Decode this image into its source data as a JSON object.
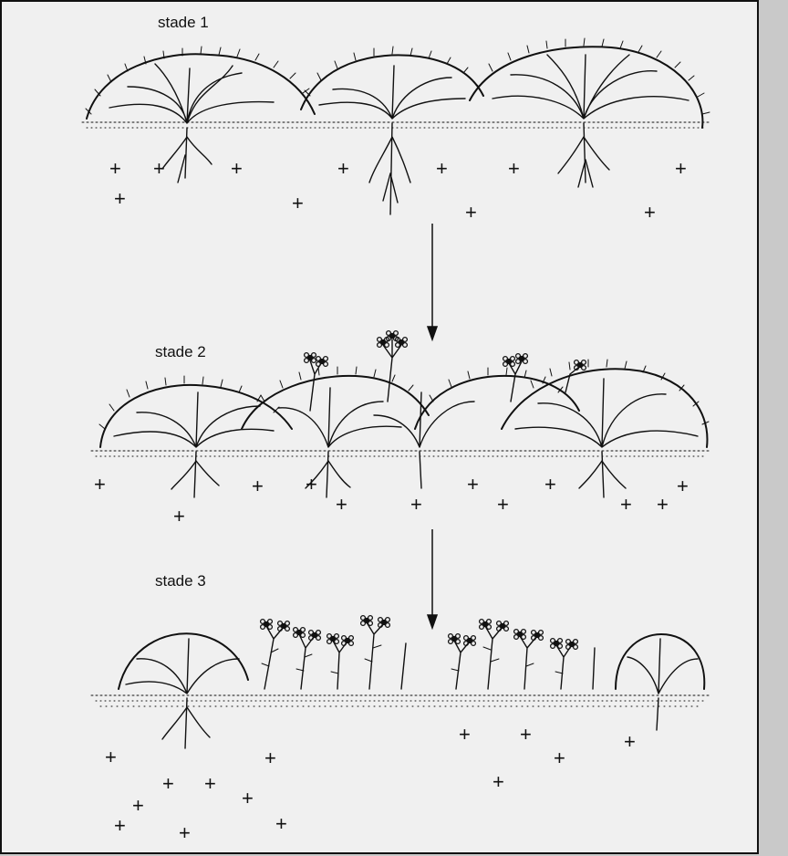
{
  "stages": {
    "stage1": "stade 1",
    "stage2": "stade 2",
    "stage3": "stade 3"
  },
  "plus_symbol": "+",
  "colors": {
    "ink": "#111111",
    "page": "#ffffff",
    "bleed": "#9a9a9a"
  }
}
